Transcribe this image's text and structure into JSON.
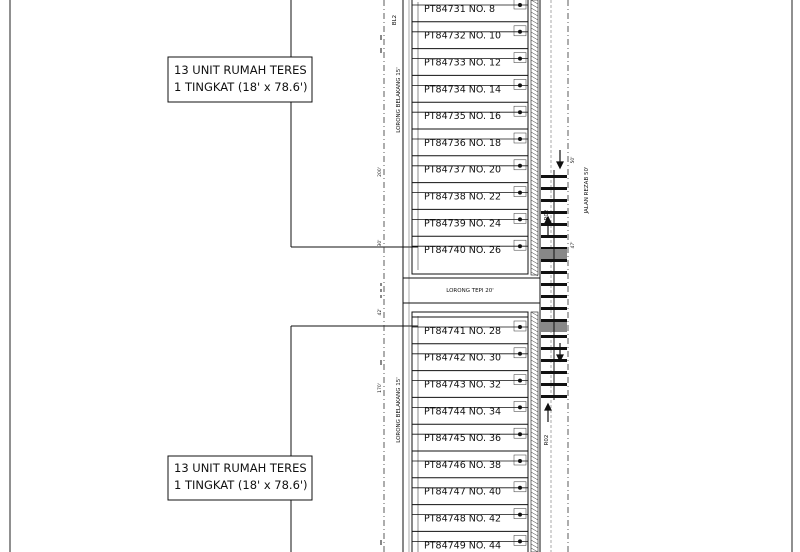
{
  "callouts": [
    {
      "line1": "13 UNIT RUMAH TERES",
      "line2": "1 TINGKAT (18' x 78.6')"
    },
    {
      "line1": "13 UNIT RUMAH TERES",
      "line2": "1 TINGKAT (18' x 78.6')"
    }
  ],
  "block_top": {
    "lots": [
      "PT84731 NO. 8",
      "PT84732 NO. 10",
      "PT84733 NO. 12",
      "PT84734 NO. 14",
      "PT84735 NO. 16",
      "PT84736 NO. 18",
      "PT84737 NO. 20",
      "PT84738 NO. 22",
      "PT84739 NO. 24",
      "PT84740 NO. 26"
    ]
  },
  "block_bottom": {
    "lots": [
      "PT84741 NO. 28",
      "PT84742 NO. 30",
      "PT84743 NO. 32",
      "PT84744 NO. 34",
      "PT84745 NO. 36",
      "PT84746 NO. 38",
      "PT84747 NO. 40",
      "PT84748 NO. 42",
      "PT84749 NO. 44"
    ]
  },
  "roads": {
    "lorong_tepi": "LORONG TEPI 20'",
    "lorong_belakang": "LORONG BELAKANG 15'",
    "jalan_rezab": "JALAN REZAB 50'",
    "r02": "R02",
    "bl2": "BL2"
  },
  "dimensions": {
    "d_top": "200'",
    "d_mid": "30'",
    "d_left": "42'",
    "d_low": "170'",
    "d_right": "50'",
    "d_right2": "47'"
  }
}
